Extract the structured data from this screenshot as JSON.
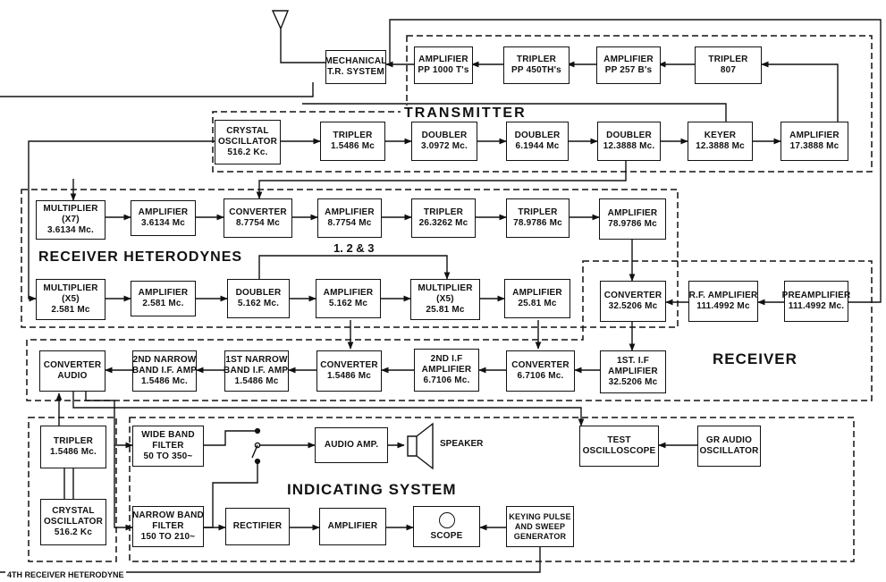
{
  "titles": {
    "transmitter": "TRANSMITTER",
    "receiver_heterodynes": "RECEIVER HETERODYNES",
    "heterodyne_taps": "1. 2 & 3",
    "receiver": "RECEIVER",
    "indicating_system": "INDICATING SYSTEM",
    "fourth_heterodyne": "4TH RECEIVER HETERODYNE",
    "speaker": "SPEAKER"
  },
  "blocks": {
    "mech_tr": [
      "MECHANICAL",
      "T.R. SYSTEM"
    ],
    "amp_pp1000": [
      "AMPLIFIER",
      "PP 1000 T's"
    ],
    "tripler_pp450": [
      "TRIPLER",
      "PP 450TH's"
    ],
    "amp_pp257": [
      "AMPLIFIER",
      "PP 257 B's"
    ],
    "tripler_807": [
      "TRIPLER",
      "807"
    ],
    "crystal_osc_tx": [
      "CRYSTAL",
      "OSCILLATOR",
      "516.2 Kc."
    ],
    "tripler_15486": [
      "TRIPLER",
      "1.5486 Mc"
    ],
    "doubler_30972": [
      "DOUBLER",
      "3.0972 Mc."
    ],
    "doubler_61944": [
      "DOUBLER",
      "6.1944 Mc"
    ],
    "doubler_123888": [
      "DOUBLER",
      "12.3888 Mc."
    ],
    "keyer": [
      "KEYER",
      "12.3888 Mc"
    ],
    "amp_173888": [
      "AMPLIFIER",
      "17.3888 Mc"
    ],
    "mult_x7": [
      "MULTIPLIER",
      "(X7)",
      "3.6134 Mc."
    ],
    "amp_36134": [
      "AMPLIFIER",
      "3.6134 Mc"
    ],
    "conv_87754": [
      "CONVERTER",
      "8.7754 Mc"
    ],
    "amp_87754": [
      "AMPLIFIER",
      "8.7754 Mc"
    ],
    "tripler_263262": [
      "TRIPLER",
      "26.3262 Mc"
    ],
    "tripler_789786": [
      "TRIPLER",
      "78.9786 Mc"
    ],
    "amp_789786": [
      "AMPLIFIER",
      "78.9786 Mc"
    ],
    "mult_x5": [
      "MULTIPLIER",
      "(X5)",
      "2.581 Mc"
    ],
    "amp_2581": [
      "AMPLIFIER",
      "2.581 Mc."
    ],
    "doubler_5162": [
      "DOUBLER",
      "5.162 Mc."
    ],
    "amp_5162": [
      "AMPLIFIER",
      "5.162 Mc"
    ],
    "mult_x5b": [
      "MULTIPLIER",
      "(X5)",
      "25.81 Mc"
    ],
    "amp_2581b": [
      "AMPLIFIER",
      "25.81 Mc"
    ],
    "conv_325206": [
      "CONVERTER",
      "32.5206 Mc"
    ],
    "rf_amp": [
      "R.F. AMPLIFIER",
      "111.4992 Mc"
    ],
    "preamp": [
      "PREAMPLIFIER",
      "111.4992 Mc."
    ],
    "conv_audio": [
      "CONVERTER",
      "AUDIO"
    ],
    "nb_if2": [
      "2ND NARROW",
      "BAND I.F. AMP",
      "1.5486 Mc."
    ],
    "nb_if1": [
      "1ST NARROW",
      "BAND I.F. AMP.",
      "1.5486 Mc"
    ],
    "conv_15486": [
      "CONVERTER",
      "1.5486 Mc"
    ],
    "if2_amp": [
      "2ND I.F",
      "AMPLIFIER",
      "6.7106 Mc."
    ],
    "conv_67106": [
      "CONVERTER",
      "6.7106 Mc."
    ],
    "if1_amp": [
      "1ST. I.F",
      "AMPLIFIER",
      "32.5206 Mc"
    ],
    "tripler_4th": [
      "TRIPLER",
      "1.5486 Mc."
    ],
    "crystal_osc_4th": [
      "CRYSTAL",
      "OSCILLATOR",
      "516.2 Kc"
    ],
    "wide_filter": [
      "WIDE BAND",
      "FILTER",
      "50 TO 350~"
    ],
    "audio_amp": [
      "AUDIO AMP."
    ],
    "narrow_filter": [
      "NARROW BAND",
      "FILTER",
      "150 TO 210~"
    ],
    "rectifier": [
      "RECTIFIER"
    ],
    "amp_ind": [
      "AMPLIFIER"
    ],
    "scope": [
      "SCOPE"
    ],
    "keying_pulse": [
      "KEYING PULSE",
      "AND SWEEP",
      "GENERATOR"
    ],
    "test_osc": [
      "TEST",
      "OSCILLOSCOPE"
    ],
    "gr_audio": [
      "GR AUDIO",
      "OSCILLATOR"
    ]
  }
}
